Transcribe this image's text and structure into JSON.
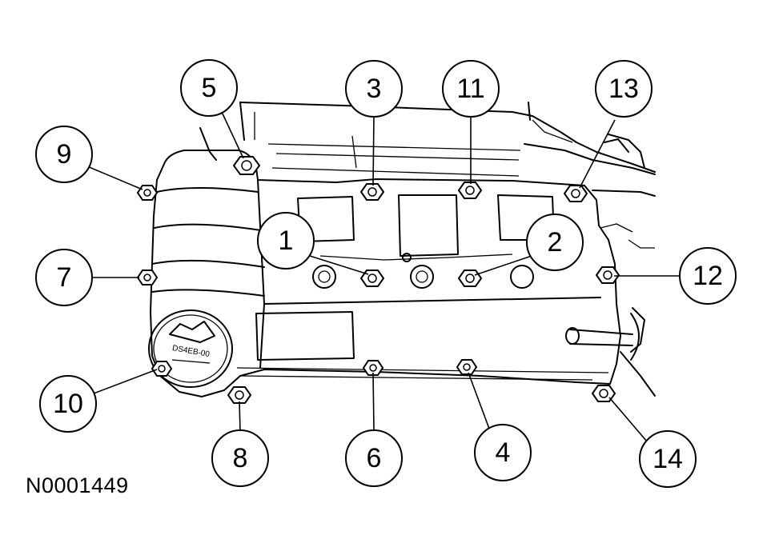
{
  "figure_id": "N0001449",
  "cap_text": "DS4EB-00",
  "callouts": [
    {
      "n": "1"
    },
    {
      "n": "2"
    },
    {
      "n": "3"
    },
    {
      "n": "4"
    },
    {
      "n": "5"
    },
    {
      "n": "6"
    },
    {
      "n": "7"
    },
    {
      "n": "8"
    },
    {
      "n": "9"
    },
    {
      "n": "10"
    },
    {
      "n": "11"
    },
    {
      "n": "12"
    },
    {
      "n": "13"
    },
    {
      "n": "14"
    }
  ]
}
